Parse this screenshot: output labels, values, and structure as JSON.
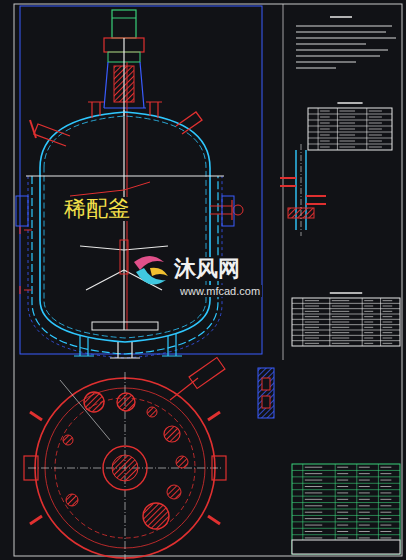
{
  "diagram": {
    "labels": [
      "稀配釜",
      "沐风网",
      "www.mfcad.com"
    ]
  }
}
